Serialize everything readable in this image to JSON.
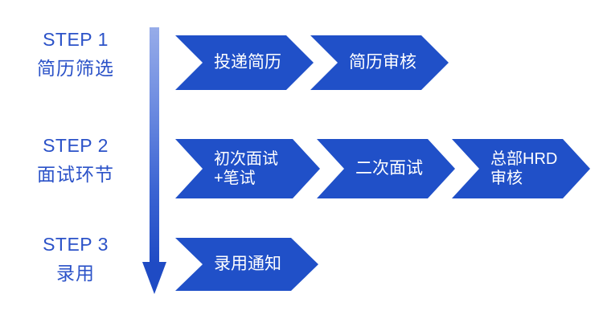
{
  "diagram": {
    "title": "recruitment-process-flow",
    "background_color": "#ffffff",
    "accent_blue": "#2050c8",
    "label_blue": "#2b52c8",
    "arrow_gradient_top": "#93a9e8",
    "arrow_gradient_bottom": "#1f4bc4",
    "chevron_text_color": "#ffffff"
  },
  "steps": [
    {
      "id": "step-1",
      "en": "STEP 1",
      "cn": "简历筛选",
      "stages": [
        {
          "id": "stage-1-1",
          "label": "投递简历",
          "lines": 1
        },
        {
          "id": "stage-1-2",
          "label": "简历审核",
          "lines": 1
        }
      ]
    },
    {
      "id": "step-2",
      "en": "STEP 2",
      "cn": "面试环节",
      "stages": [
        {
          "id": "stage-2-1",
          "label": "初次面试\n+笔试",
          "lines": 2
        },
        {
          "id": "stage-2-2",
          "label": "二次面试",
          "lines": 1
        },
        {
          "id": "stage-2-3",
          "label": "总部HRD\n审核",
          "lines": 2
        }
      ]
    },
    {
      "id": "step-3",
      "en": "STEP 3",
      "cn": "录用",
      "stages": [
        {
          "id": "stage-3-1",
          "label": "录用通知",
          "lines": 1
        }
      ]
    }
  ],
  "vertical_arrow": {
    "name": "downward-progress-arrow",
    "direction": "down"
  }
}
